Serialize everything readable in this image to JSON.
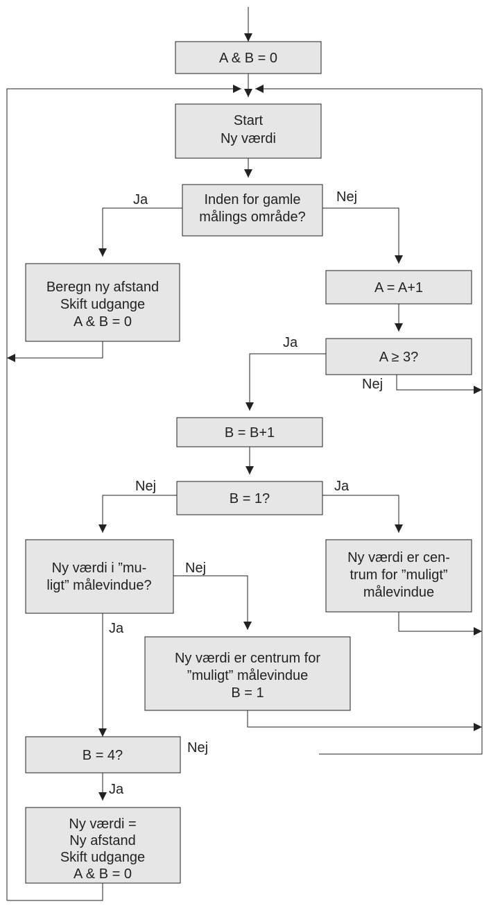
{
  "boxes": {
    "init": [
      "A & B = 0"
    ],
    "start": [
      "Start",
      "Ny værdi"
    ],
    "dec_inside": [
      "Inden for gamle",
      "målings område?"
    ],
    "calc": [
      "Beregn ny afstand",
      "Skift udgange",
      "A & B = 0"
    ],
    "a_inc": [
      "A = A+1"
    ],
    "dec_a3": [
      "A ≥ 3?"
    ],
    "b_inc": [
      "B = B+1"
    ],
    "dec_b1": [
      "B = 1?"
    ],
    "dec_possible": [
      "Ny værdi i ”mu-",
      "ligt” målevindue?"
    ],
    "center_right": [
      "Ny værdi er cen-",
      "trum for ”muligt”",
      "målevindue"
    ],
    "center_mid": [
      "Ny værdi er centrum for",
      "”muligt” målevindue",
      "B = 1"
    ],
    "dec_b4": [
      "B = 4?"
    ],
    "final": [
      "Ny værdi =",
      "Ny afstand",
      "Skift udgange",
      "A & B = 0"
    ]
  },
  "edge_labels": {
    "inside_yes": "Ja",
    "inside_no": "Nej",
    "a3_yes": "Ja",
    "a3_no": "Nej",
    "b1_no": "Nej",
    "b1_yes": "Ja",
    "possible_no": "Nej",
    "possible_yes": "Ja",
    "b4_no": "Nej",
    "b4_yes": "Ja"
  },
  "colors": {
    "box_fill": "#e6e6e6",
    "line": "#222222"
  }
}
